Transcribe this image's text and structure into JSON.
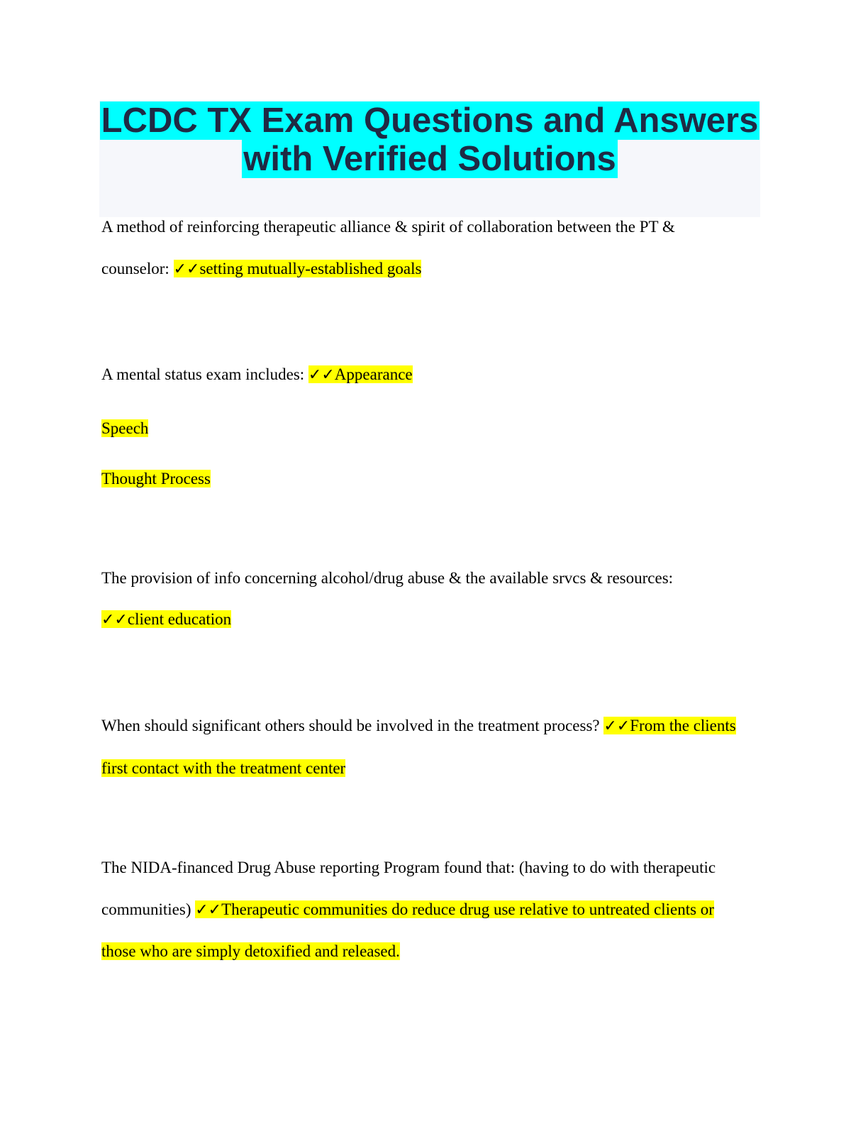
{
  "document": {
    "title_line1": "LCDC TX Exam Questions and Answers",
    "title_line2": "with Verified Solutions",
    "check_mark": "✓✓",
    "items": [
      {
        "question_line1": "A method of reinforcing therapeutic alliance & spirit of collaboration between the PT &",
        "question_line2": "counselor: ",
        "answer": "setting mutually-established goals"
      },
      {
        "question": "A mental status exam includes: ",
        "answer_line1": "Appearance",
        "answer_line2": "Speech",
        "answer_line3": "Thought Process"
      },
      {
        "question": "The provision of info concerning alcohol/drug abuse & the available srvcs & resources:",
        "answer": "client education"
      },
      {
        "question": "When should significant others should be involved in the treatment process? ",
        "answer_line1": "From the clients",
        "answer_line2": "first contact with the treatment center"
      },
      {
        "question_line1": "The NIDA-financed Drug Abuse reporting Program found that: (having to do with therapeutic",
        "question_line2": "communities) ",
        "answer_line1": "Therapeutic communities do reduce drug use relative to untreated clients or",
        "answer_line2": "those who are simply detoxified and released."
      }
    ]
  }
}
